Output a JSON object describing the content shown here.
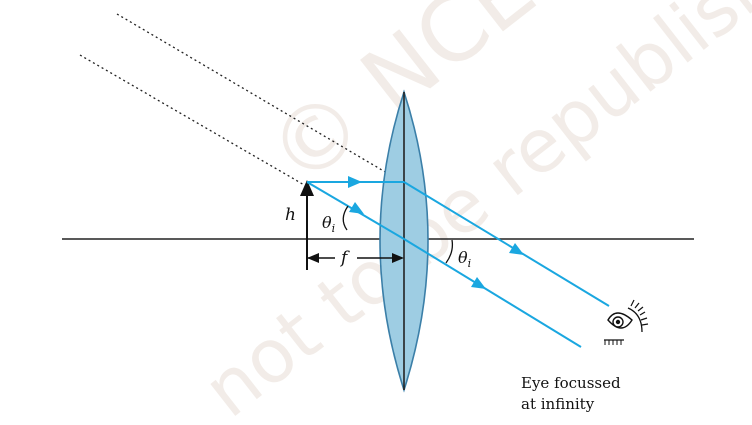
{
  "diagram": {
    "labels": {
      "height": "h",
      "angle_left": "θ",
      "angle_left_sub": "i",
      "angle_right": "θ",
      "angle_right_sub": "i",
      "focal": "f"
    },
    "caption": {
      "line1": "Eye focussed",
      "line2": "at infinity"
    },
    "watermark": {
      "line1": "© NCERT",
      "line2": "not to be republished"
    },
    "colors": {
      "ray": "#1aa7e0",
      "lens_fill": "#9ecde3",
      "lens_stroke": "#3b7fa8",
      "axis": "#222222",
      "object": "#111111"
    },
    "icons": {
      "eye": "eye-icon"
    }
  }
}
